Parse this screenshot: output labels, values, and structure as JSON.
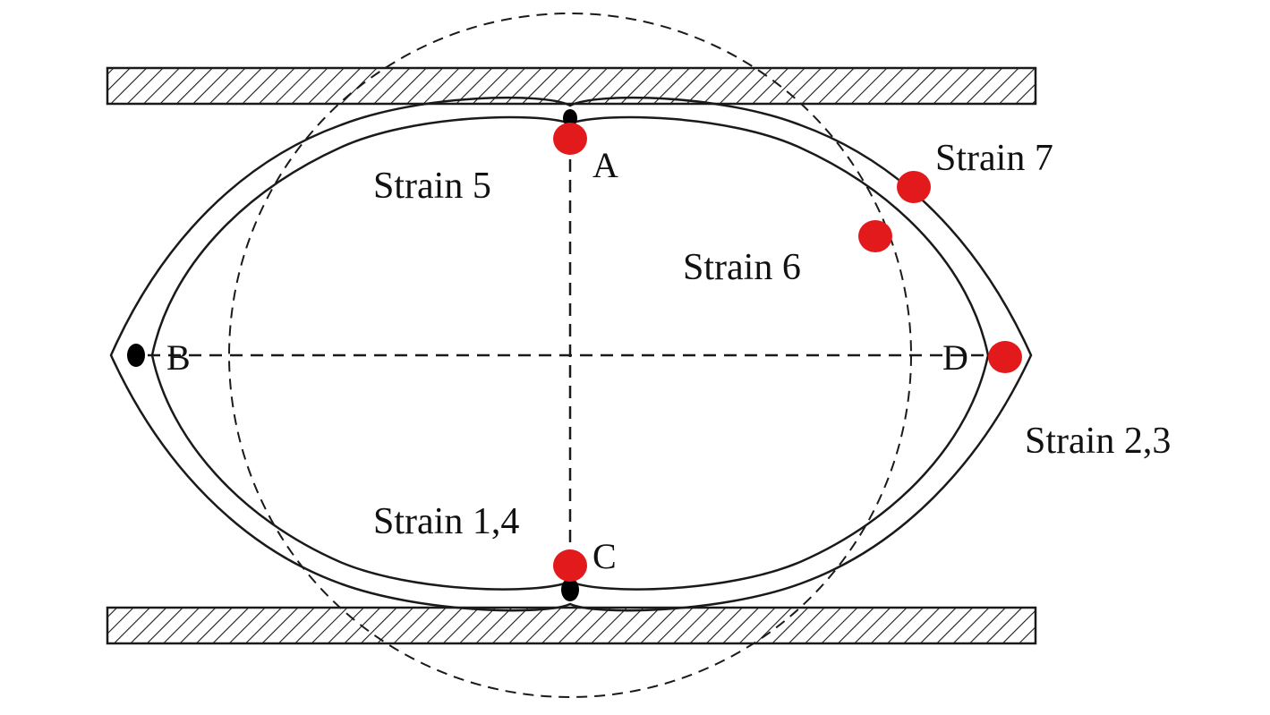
{
  "diagram": {
    "points": {
      "a": "A",
      "b": "B",
      "c": "C",
      "d": "D"
    },
    "gauges": {
      "top": "Strain 5",
      "bottom": "Strain 1,4",
      "right_inner": "Strain 6",
      "right_outer": "Strain 7",
      "right_end": "Strain 2,3"
    },
    "colors": {
      "gauge": "#e31a1c",
      "pin": "#000000",
      "line": "#1a1a1a"
    }
  }
}
